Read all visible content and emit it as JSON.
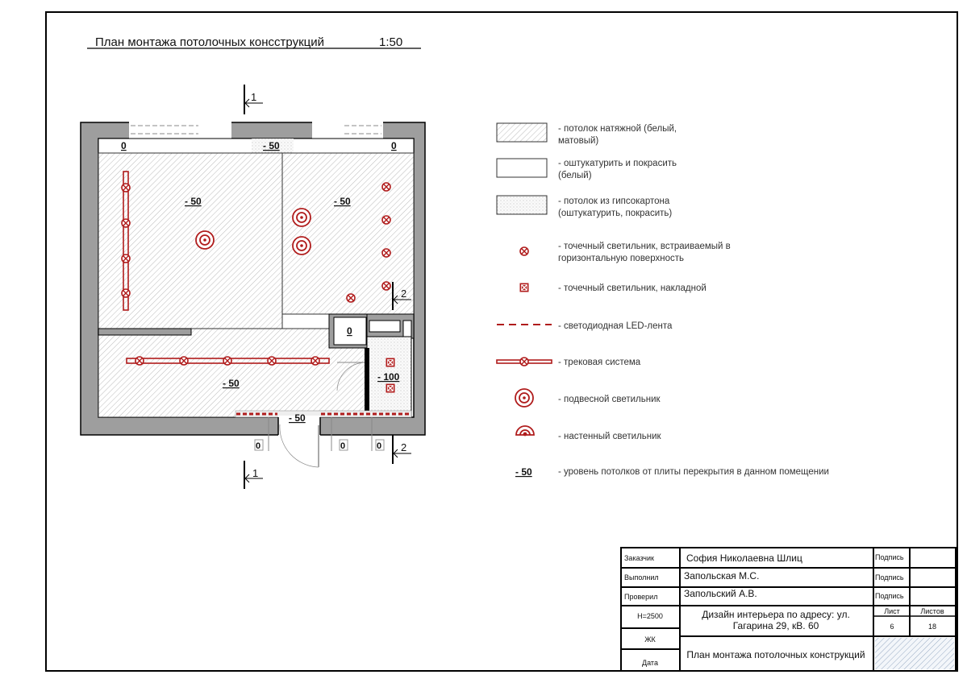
{
  "header": {
    "title": "План монтажа потолочных консструкций",
    "scale": "1:50"
  },
  "plan": {
    "levels": {
      "top_left": "0",
      "top_mid": "- 50",
      "top_right": "0",
      "room_left": "- 50",
      "room_right": "- 50",
      "room_bottom": "- 50",
      "closet": "0",
      "bathroom": "- 100",
      "entry": "- 50"
    },
    "below_levels": [
      "0",
      "0",
      "0"
    ],
    "sections": {
      "s1": "1",
      "s2": "2"
    }
  },
  "legend": [
    {
      "icon": "stretch-ceiling-swatch",
      "text1": "- потолок натяжной (белый,",
      "text2": "матовый)"
    },
    {
      "icon": "plaster-swatch",
      "text1": "- оштукатурить и покрасить",
      "text2": "(белый)"
    },
    {
      "icon": "drywall-swatch",
      "text1": "- потолок из гипсокартона",
      "text2": "(оштукатурить, покрасить)"
    },
    {
      "icon": "recessed-spotlight-icon",
      "text1": "- точечный светильник, встраиваемый в",
      "text2": "горизонтальную поверхность"
    },
    {
      "icon": "surface-spotlight-icon",
      "text1": "- точечный светильник, накладной"
    },
    {
      "icon": "led-strip-icon",
      "text1": "- светодиодная LED-лента"
    },
    {
      "icon": "track-system-icon",
      "text1": "- трековая система"
    },
    {
      "icon": "pendant-light-icon",
      "text1": "- подвесной светильник"
    },
    {
      "icon": "wall-light-icon",
      "text1": "- настенный светильник"
    },
    {
      "icon": "level-mark",
      "mark": "- 50",
      "text1": "- уровень потолков от плиты перекрытия в данном помещении"
    }
  ],
  "title_block": {
    "customer_label": "Заказчик",
    "customer": "София Николаевна Шлиц",
    "executed_label": "Выполнил",
    "executed": "Запольская М.С.",
    "checked_label": "Проверил",
    "checked": "Запольский А.В.",
    "signature_label": "Подпись",
    "height": "H=2500",
    "complex": "ЖК",
    "date_label": "Дата",
    "project1": "Дизайн интерьера по адресу: ул.",
    "project2": "Гагарина 29, кВ. 60",
    "sheet_label": "Лист",
    "sheets_label": "Листов",
    "sheet": "6",
    "sheets": "18",
    "drawing_name": "План монтажа потолочных конструкций"
  },
  "colors": {
    "light": "#b01c1c",
    "wall": "#9e9e9e"
  }
}
